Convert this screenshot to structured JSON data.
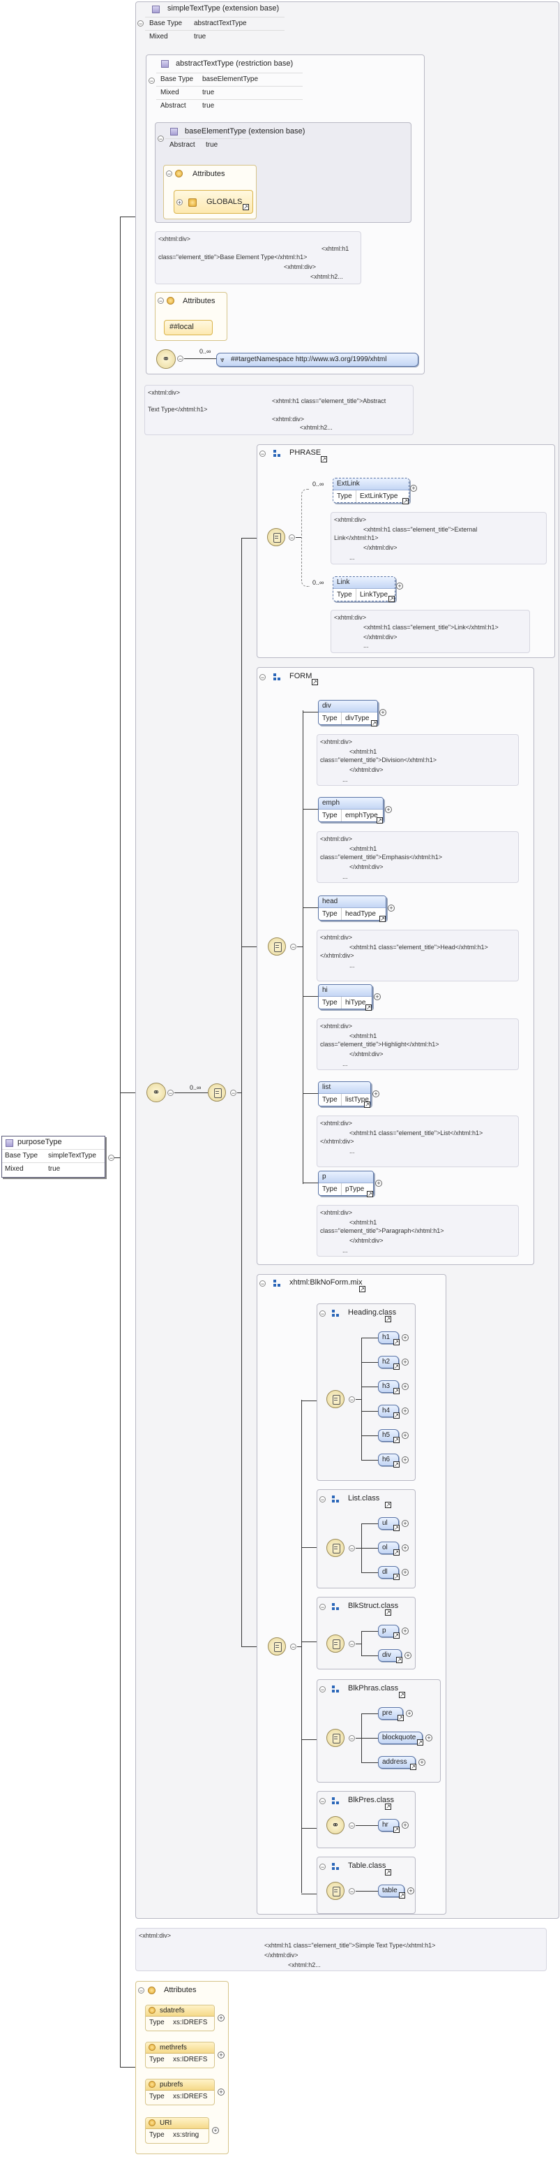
{
  "root": {
    "name": "purposeType",
    "props": [
      {
        "key": "Base Type",
        "value": "simpleTextType"
      },
      {
        "key": "Mixed",
        "value": "true"
      }
    ]
  },
  "simpleTextType": {
    "title": "simpleTextType (extension base)",
    "props": [
      {
        "key": "Base Type",
        "value": "abstractTextType"
      },
      {
        "key": "Mixed",
        "value": "true"
      }
    ],
    "doc": [
      "<xhtml:div>",
      "<xhtml:h1 class=\"element_title\">Simple Text Type</xhtml:h1>",
      "</xhtml:div>",
      "<xhtml:h2..."
    ]
  },
  "abstractTextType": {
    "title": "abstractTextType (restriction base)",
    "props": [
      {
        "key": "Base Type",
        "value": "baseElementType"
      },
      {
        "key": "Mixed",
        "value": "true"
      },
      {
        "key": "Abstract",
        "value": "true"
      }
    ],
    "doc": [
      "<xhtml:div>",
      "<xhtml:h1 class=\"element_title\">Abstract",
      "Text Type</xhtml:h1>",
      "<xhtml:div>",
      "<xhtml:h2..."
    ]
  },
  "baseElementType": {
    "title": "baseElementType (extension base)",
    "props": [
      {
        "key": "Abstract",
        "value": "true"
      }
    ],
    "attributes_label": "Attributes",
    "globals_label": "GLOBALS",
    "doc": [
      "<xhtml:div>",
      "<xhtml:h1",
      "class=\"element_title\">Base Element Type</xhtml:h1>",
      "<xhtml:div>",
      "<xhtml:h2..."
    ]
  },
  "attributes2": {
    "label": "Attributes",
    "local": "##local"
  },
  "any_occurrence": "0..∞",
  "namespace": "##targetNamespace http://www.w3.org/1999/xhtml",
  "phrase": {
    "title": "PHRASE",
    "items": [
      {
        "name": "ExtLink",
        "type_key": "Type",
        "type": "ExtLinkType",
        "occ": "0..∞",
        "doc": [
          "<xhtml:div>",
          "<xhtml:h1 class=\"element_title\">External",
          "Link</xhtml:h1>",
          "</xhtml:div>",
          "..."
        ]
      },
      {
        "name": "Link",
        "type_key": "Type",
        "type": "LinkType",
        "occ": "0..∞",
        "doc": [
          "<xhtml:div>",
          "<xhtml:h1 class=\"element_title\">Link</xhtml:h1>",
          "</xhtml:div>",
          "..."
        ]
      }
    ]
  },
  "main_occurrence": "0..∞",
  "form": {
    "title": "FORM",
    "items": [
      {
        "name": "div",
        "type_key": "Type",
        "type": "divType",
        "doc": [
          "<xhtml:div>",
          "<xhtml:h1",
          "class=\"element_title\">Division</xhtml:h1>",
          "</xhtml:div>",
          "..."
        ]
      },
      {
        "name": "emph",
        "type_key": "Type",
        "type": "emphType",
        "doc": [
          "<xhtml:div>",
          "<xhtml:h1",
          "class=\"element_title\">Emphasis</xhtml:h1>",
          "</xhtml:div>",
          "..."
        ]
      },
      {
        "name": "head",
        "type_key": "Type",
        "type": "headType",
        "doc": [
          "<xhtml:div>",
          "<xhtml:h1 class=\"element_title\">Head</xhtml:h1>",
          "</xhtml:div>",
          "..."
        ]
      },
      {
        "name": "hi",
        "type_key": "Type",
        "type": "hiType",
        "doc": [
          "<xhtml:div>",
          "<xhtml:h1",
          "class=\"element_title\">Highlight</xhtml:h1>",
          "</xhtml:div>",
          "..."
        ]
      },
      {
        "name": "list",
        "type_key": "Type",
        "type": "listType",
        "doc": [
          "<xhtml:div>",
          "<xhtml:h1 class=\"element_title\">List</xhtml:h1>",
          "</xhtml:div>",
          "..."
        ]
      },
      {
        "name": "p",
        "type_key": "Type",
        "type": "pType",
        "doc": [
          "<xhtml:div>",
          "<xhtml:h1",
          "class=\"element_title\">Paragraph</xhtml:h1>",
          "</xhtml:div>",
          "..."
        ]
      }
    ]
  },
  "blknoform": {
    "title": "xhtml:BlkNoForm.mix",
    "groups": [
      {
        "title": "Heading.class",
        "items": [
          "h1",
          "h2",
          "h3",
          "h4",
          "h5",
          "h6"
        ]
      },
      {
        "title": "List.class",
        "items": [
          "ul",
          "ol",
          "dl"
        ]
      },
      {
        "title": "BlkStruct.class",
        "items": [
          "p",
          "div"
        ]
      },
      {
        "title": "BlkPhras.class",
        "items": [
          "pre",
          "blockquote",
          "address"
        ]
      },
      {
        "title": "BlkPres.class",
        "items": [
          "hr"
        ]
      },
      {
        "title": "Table.class",
        "items": [
          "table"
        ]
      }
    ]
  },
  "attributes_bottom": {
    "label": "Attributes",
    "items": [
      {
        "name": "sdatrefs",
        "type_key": "Type",
        "type": "xs:IDREFS"
      },
      {
        "name": "methrefs",
        "type_key": "Type",
        "type": "xs:IDREFS"
      },
      {
        "name": "pubrefs",
        "type_key": "Type",
        "type": "xs:IDREFS"
      },
      {
        "name": "URI",
        "type_key": "Type",
        "type": "xs:string"
      }
    ]
  }
}
